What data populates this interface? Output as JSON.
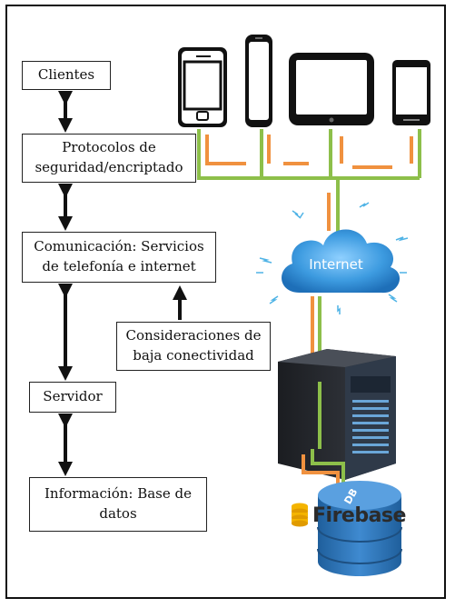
{
  "boxes": {
    "clientes": "Clientes",
    "protocolos": [
      "Protocolos de",
      "seguridad/encriptado"
    ],
    "comunicacion": [
      "Comunicación: Servicios",
      "de telefonía e internet"
    ],
    "consideraciones": [
      "Consideraciones de",
      "baja conectividad"
    ],
    "servidor": "Servidor",
    "informacion": [
      "Información: Base de",
      "datos"
    ]
  },
  "cloud_label": "Internet",
  "db_label": "DB",
  "brand_label": "Firebase",
  "icons": [
    "smartphone-icon",
    "slim-phone-icon",
    "tablet-icon",
    "android-phone-icon",
    "cloud-icon",
    "server-icon",
    "database-icon",
    "firebase-logo-icon"
  ],
  "colors": {
    "green_line": "#8dbf4a",
    "orange_line": "#f0913f",
    "cloud": "#3d9be0",
    "server": "#2a2d33",
    "database": "#2f74b5"
  }
}
